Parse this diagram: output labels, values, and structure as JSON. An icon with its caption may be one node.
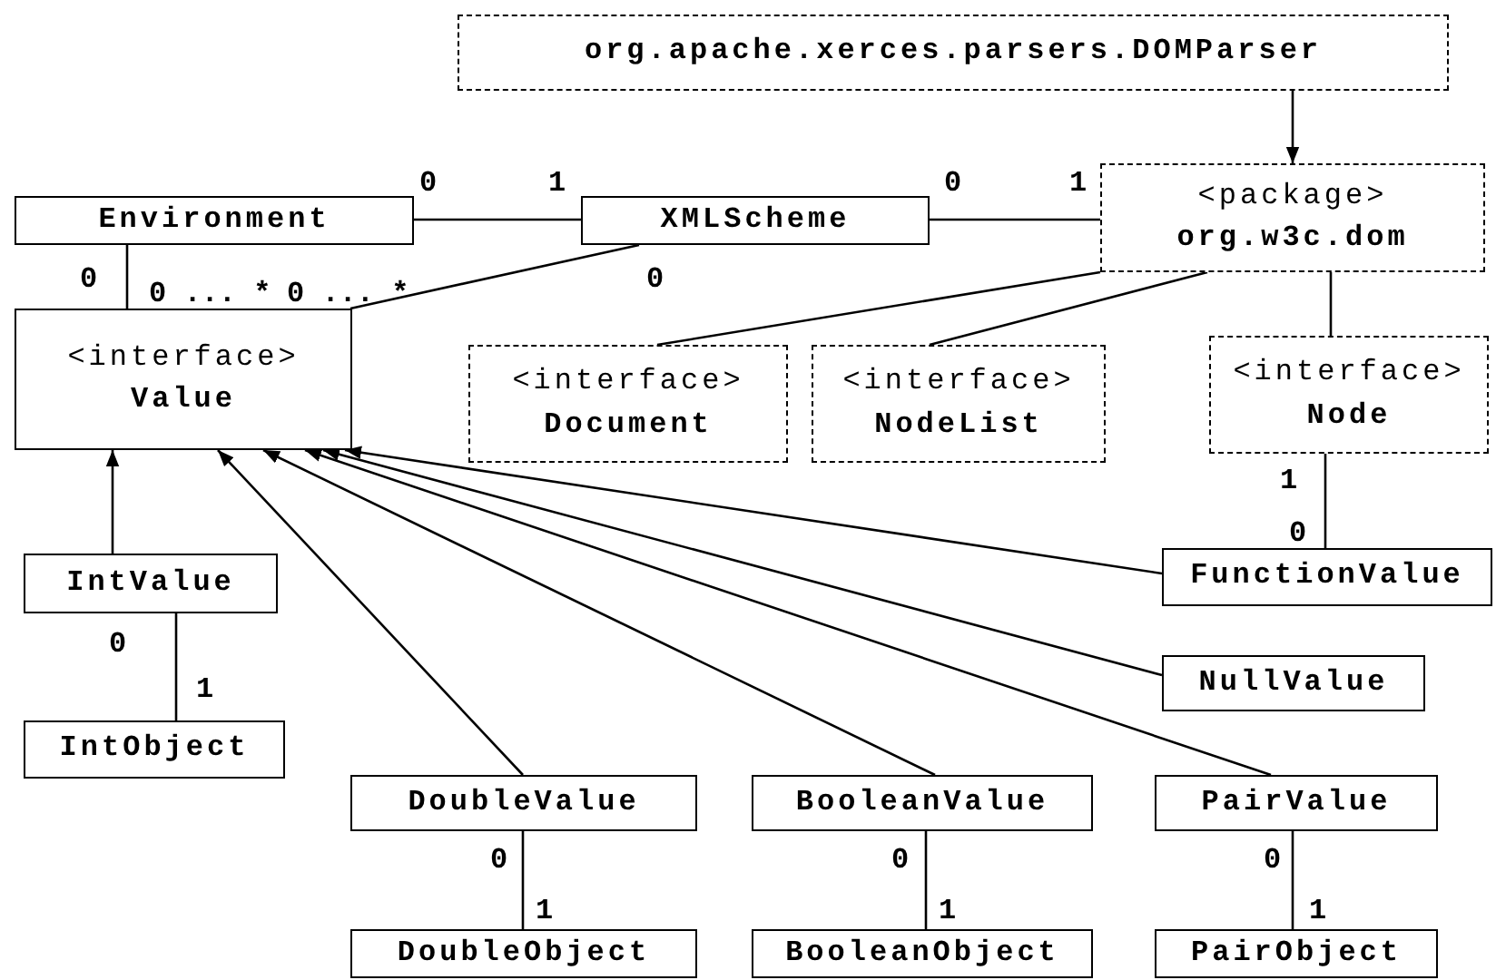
{
  "diagram": {
    "nodes": [
      {
        "text": [
          "org.apache.xerces.parsers.DOMParser"
        ]
      },
      {
        "text": [
          "Environment"
        ]
      },
      {
        "text": [
          "XMLScheme"
        ]
      },
      {
        "text": [
          "<package>",
          "org.w3c.dom"
        ]
      },
      {
        "text": [
          "<interface>",
          "Value"
        ]
      },
      {
        "text": [
          "<interface>",
          "Document"
        ]
      },
      {
        "text": [
          "<interface>",
          "NodeList"
        ]
      },
      {
        "text": [
          "<interface>",
          "Node"
        ]
      },
      {
        "text": [
          "IntValue"
        ]
      },
      {
        "text": [
          "FunctionValue"
        ]
      },
      {
        "text": [
          "NullValue"
        ]
      },
      {
        "text": [
          "IntObject"
        ]
      },
      {
        "text": [
          "DoubleValue"
        ]
      },
      {
        "text": [
          "BooleanValue"
        ]
      },
      {
        "text": [
          "PairValue"
        ]
      },
      {
        "text": [
          "DoubleObject"
        ]
      },
      {
        "text": [
          "BooleanObject"
        ]
      },
      {
        "text": [
          "PairObject"
        ]
      }
    ],
    "edges": [
      {
        "from": 0,
        "to": 3,
        "arrow": "to"
      },
      {
        "from": 1,
        "to": 2,
        "arrow": "none"
      },
      {
        "from": 2,
        "to": 3,
        "arrow": "none"
      },
      {
        "from": 1,
        "to": 4,
        "arrow": "none"
      },
      {
        "from": 2,
        "to": 4,
        "arrow": "none"
      },
      {
        "from": 3,
        "to": 5,
        "arrow": "none"
      },
      {
        "from": 3,
        "to": 6,
        "arrow": "none"
      },
      {
        "from": 3,
        "to": 7,
        "arrow": "none"
      },
      {
        "from": 7,
        "to": 9,
        "arrow": "none"
      },
      {
        "from": 8,
        "to": 4,
        "arrow": "to"
      },
      {
        "from": 12,
        "to": 4,
        "arrow": "to"
      },
      {
        "from": 13,
        "to": 4,
        "arrow": "to"
      },
      {
        "from": 14,
        "to": 4,
        "arrow": "to"
      },
      {
        "from": 10,
        "to": 4,
        "arrow": "to"
      },
      {
        "from": 9,
        "to": 4,
        "arrow": "to"
      },
      {
        "from": 8,
        "to": 11,
        "arrow": "none"
      },
      {
        "from": 12,
        "to": 15,
        "arrow": "none"
      },
      {
        "from": 13,
        "to": 16,
        "arrow": "none"
      },
      {
        "from": 14,
        "to": 17,
        "arrow": "none"
      }
    ],
    "labels": [
      "0",
      "1",
      "0",
      "1",
      "0",
      "0",
      "0 ... *",
      "0 ... *",
      "1",
      "0",
      "0",
      "1",
      "0",
      "1",
      "0",
      "1",
      "0",
      "1"
    ]
  }
}
